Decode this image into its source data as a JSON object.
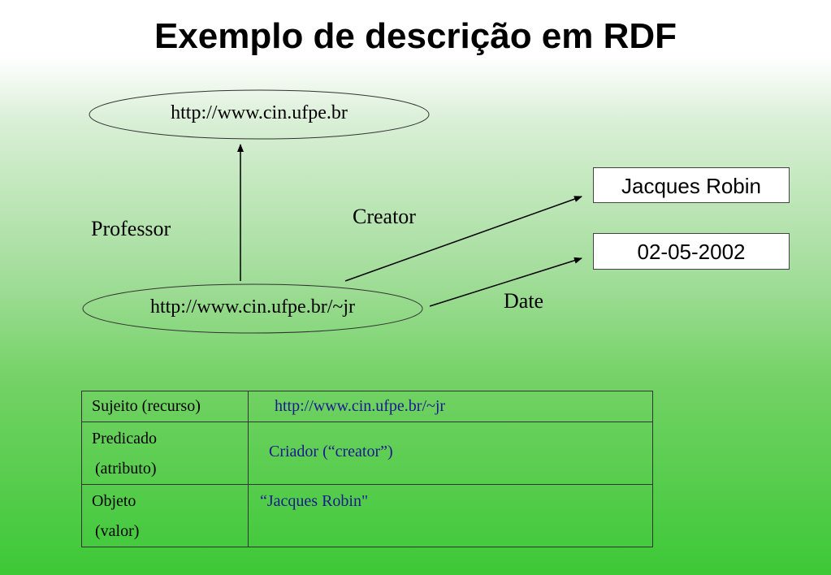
{
  "title": "Exemplo de descrição em RDF",
  "diagram": {
    "node_top": "http://www.cin.ufpe.br",
    "node_bottom": "http://www.cin.ufpe.br/~jr",
    "edge_professor": "Professor",
    "edge_creator": "Creator",
    "edge_date": "Date",
    "value_creator": "Jacques Robin",
    "value_date": "02-05-2002"
  },
  "table": {
    "rows": [
      {
        "left": [
          "Sujeito (recurso)"
        ],
        "right": "http://www.cin.ufpe.br/~jr"
      },
      {
        "left": [
          "Predicado",
          "(atributo)"
        ],
        "right": "Criador (“creator”)"
      },
      {
        "left": [
          "Objeto",
          "(valor)"
        ],
        "right": "“Jacques Robin\""
      }
    ]
  },
  "colors": {
    "table_value_text": "#1a1a8c",
    "background_top": "#ffffff",
    "background_bottom": "#3dc837"
  }
}
